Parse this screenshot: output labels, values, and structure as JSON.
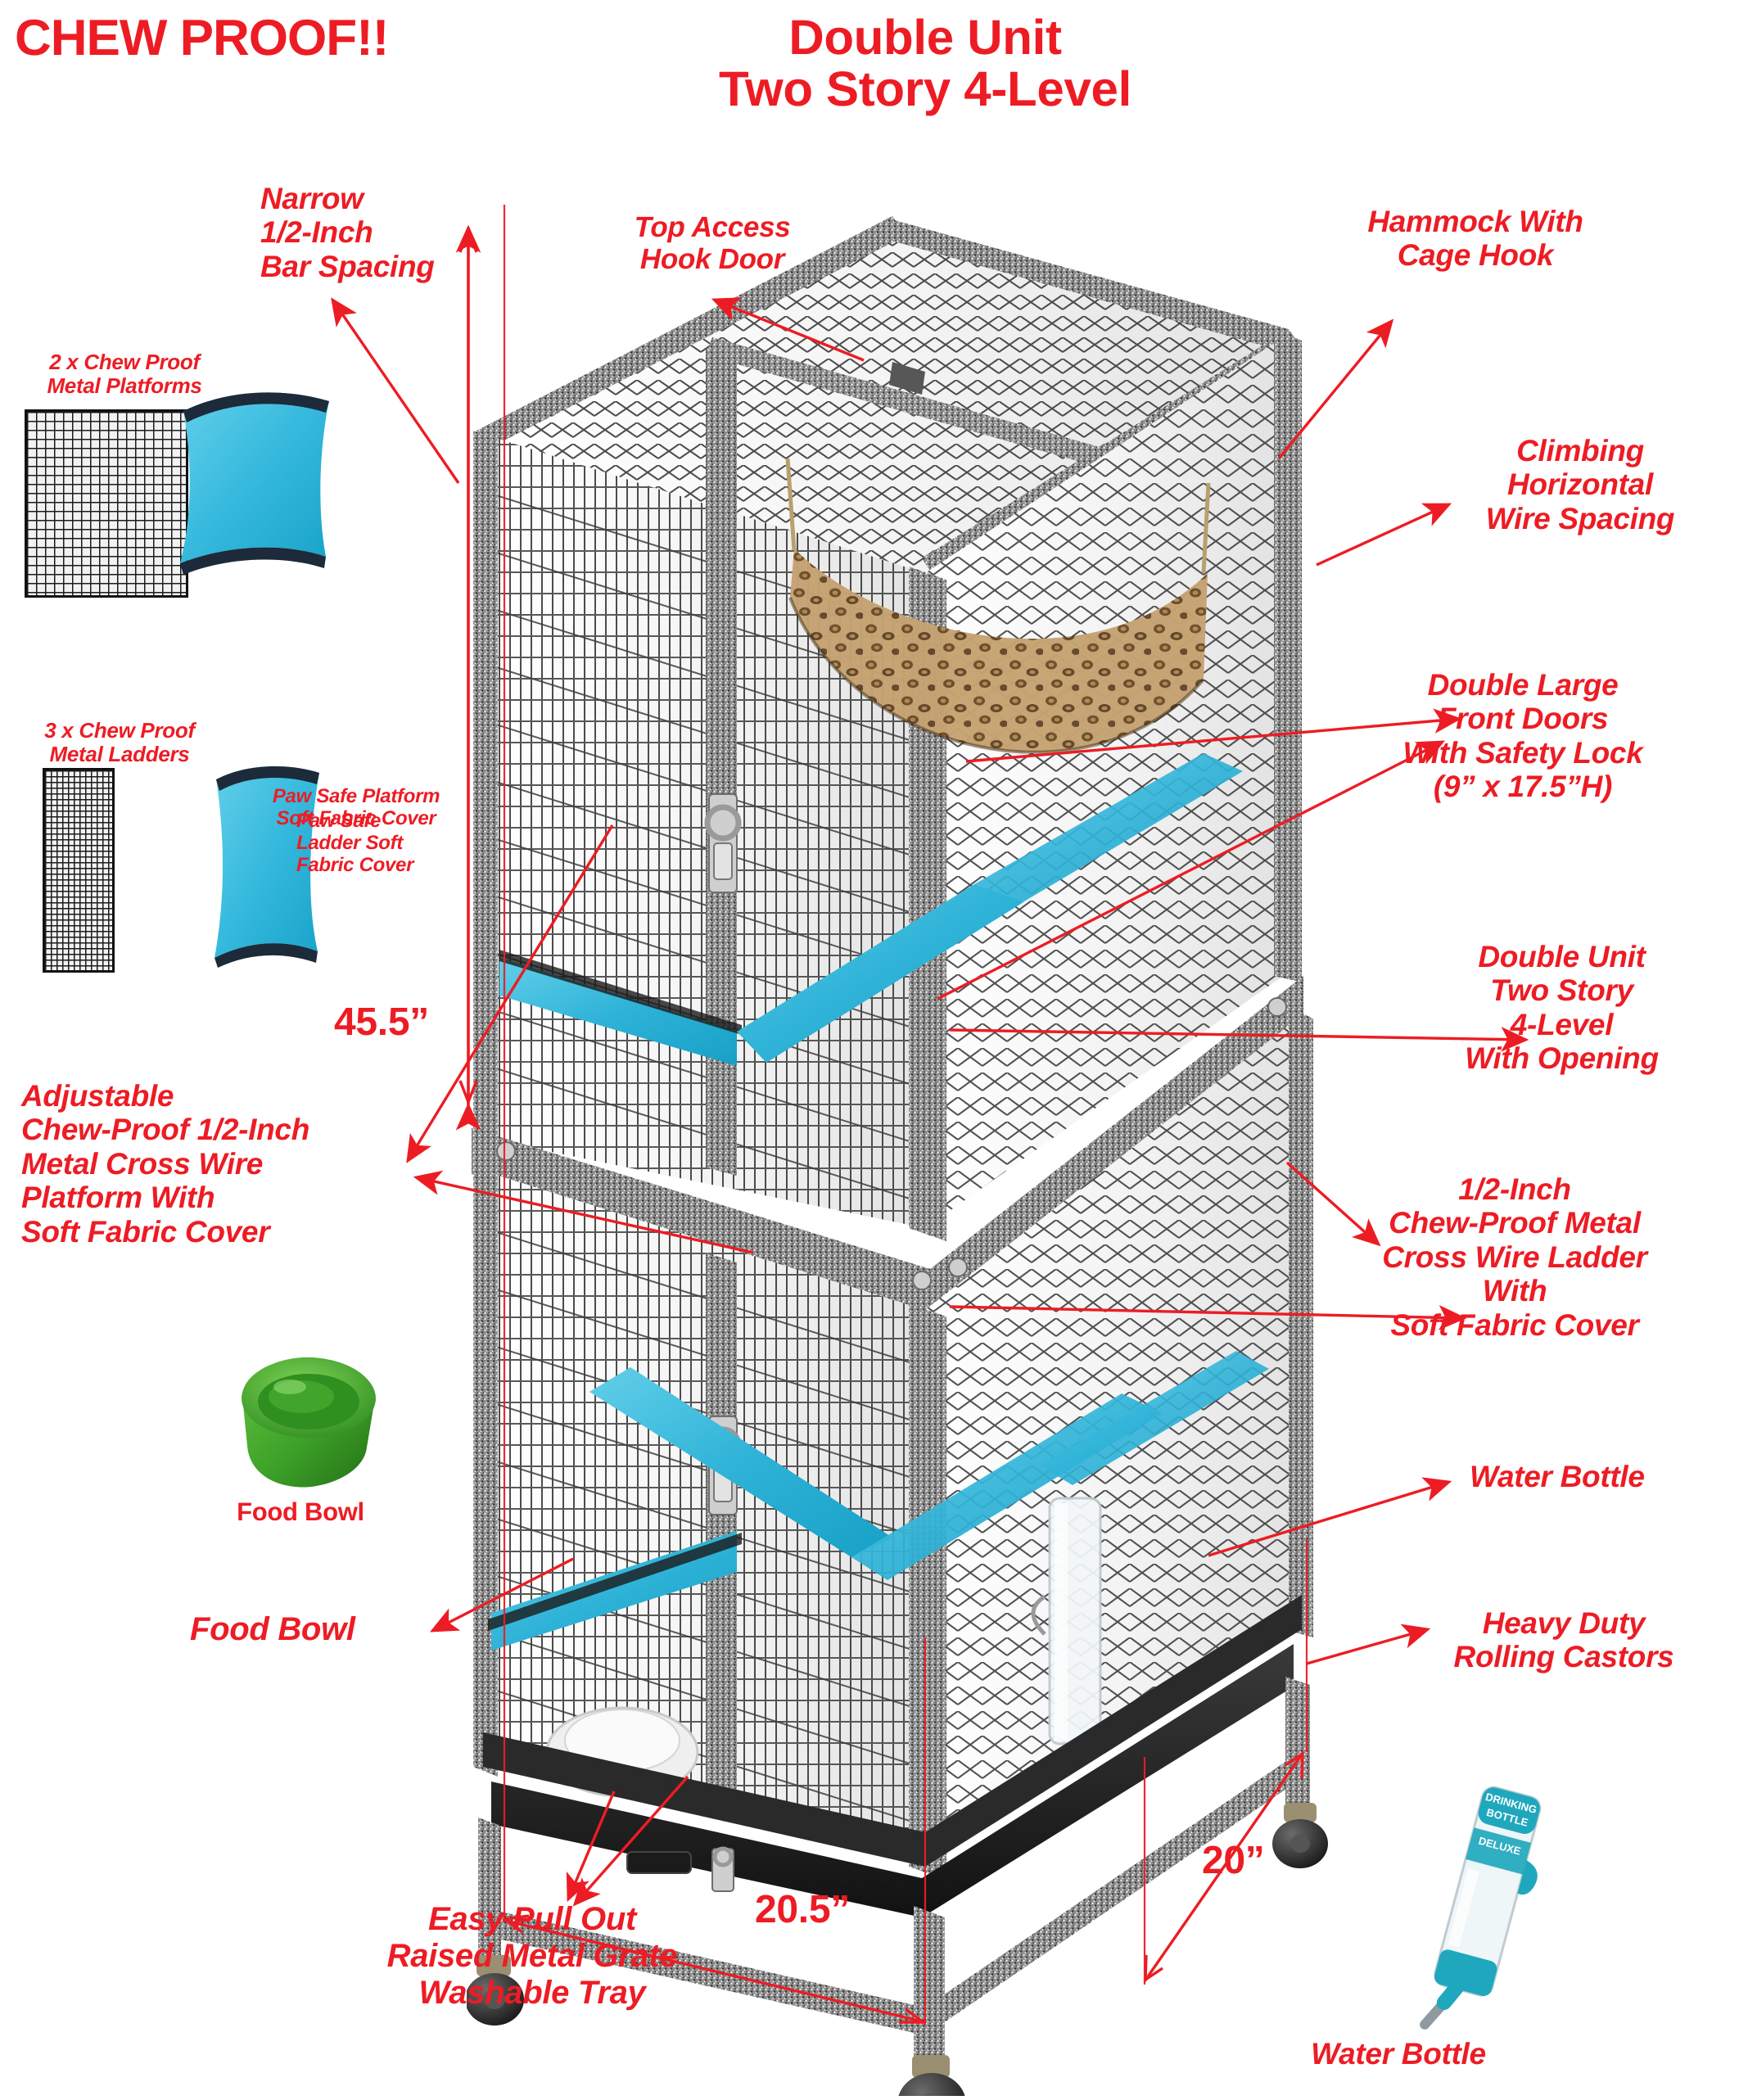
{
  "product": {
    "headline_left": "CHEW PROOF!!",
    "headline_main": "Double Unit\nTwo Story 4-Level"
  },
  "dimensions": {
    "height_label": "45.5”",
    "width_label": "20.5”",
    "depth_label": "20”",
    "door_size_note": "(9” x 17.5”H)"
  },
  "accessories": [
    {
      "id": "metal-platforms",
      "label": "2 x Chew Proof\nMetal Platforms"
    },
    {
      "id": "platform-cover",
      "label": "Paw Safe Platform\nSoft Fabric Cover"
    },
    {
      "id": "metal-ladders",
      "label": "3 x Chew Proof\nMetal Ladders"
    },
    {
      "id": "ladder-cover",
      "label": "Paw Safe\nLadder Soft\nFabric Cover"
    },
    {
      "id": "food-bowl",
      "label": "Food Bowl"
    },
    {
      "id": "water-bottle",
      "label": "Water Bottle"
    }
  ],
  "callouts": {
    "bar_spacing": "Narrow\n1/2-Inch\nBar Spacing",
    "top_access": "Top Access\nHook Door",
    "hammock": "Hammock With\nCage Hook",
    "climbing": "Climbing\nHorizontal\nWire Spacing",
    "front_doors": "Double Large\nFront Doors\nWith Safety Lock\n(9” x 17.5”H)",
    "double_unit": "Double Unit\nTwo Story\n4-Level\nWith Opening",
    "ladder": "1/2-Inch\nChew-Proof Metal\nCross Wire Ladder\nWith\nSoft Fabric Cover",
    "water_bottle_top": "Water Bottle",
    "castors": "Heavy Duty\nRolling Castors",
    "water_bottle_bottom": "Water Bottle",
    "platform": "Adjustable\nChew-Proof 1/2-Inch\nMetal Cross Wire\nPlatform With\nSoft Fabric Cover",
    "food_bowl": "Food Bowl",
    "pull_out_tray": "Easy Pull Out\nRaised Metal Grate\nWashable Tray"
  },
  "colors": {
    "accent_red": "#ED1C24",
    "fabric_blue": "#3EBEE0",
    "bowl_green": "#3FA62B",
    "bottle_teal": "#1FA8BD",
    "cage_metal": "#8a8a8a"
  },
  "water_bottle_text": {
    "line1": "DRINKING",
    "line2": "BOTTLE",
    "line3": "DELUXE"
  }
}
